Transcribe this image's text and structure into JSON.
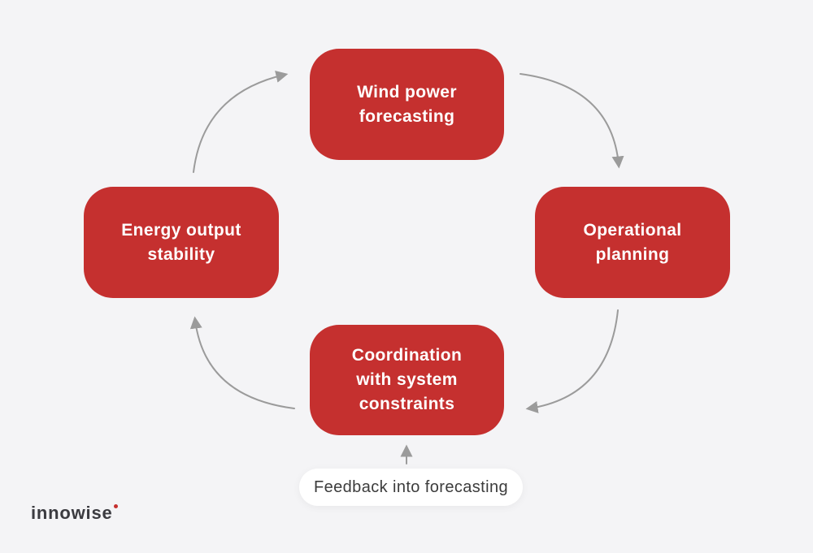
{
  "background_color": "#F4F4F6",
  "accent_color": "#C5302F",
  "arrow_color": "#9B9B9B",
  "diagram": {
    "type": "cycle",
    "nodes": [
      {
        "id": "wind-power-forecasting",
        "label": "Wind power\nforecasting"
      },
      {
        "id": "operational-planning",
        "label": "Operational\nplanning"
      },
      {
        "id": "coordination-with-system-constraints",
        "label": "Coordination\nwith system\nconstraints"
      },
      {
        "id": "energy-output-stability",
        "label": "Energy output\nstability"
      }
    ],
    "edges": [
      {
        "from": "wind-power-forecasting",
        "to": "operational-planning"
      },
      {
        "from": "operational-planning",
        "to": "coordination-with-system-constraints"
      },
      {
        "from": "coordination-with-system-constraints",
        "to": "energy-output-stability"
      },
      {
        "from": "energy-output-stability",
        "to": "wind-power-forecasting"
      }
    ],
    "feedback_note": {
      "label": "Feedback into forecasting",
      "points_to": "coordination-with-system-constraints"
    }
  },
  "branding": {
    "logo_text": "innowise",
    "dot_color": "#C5302F"
  }
}
